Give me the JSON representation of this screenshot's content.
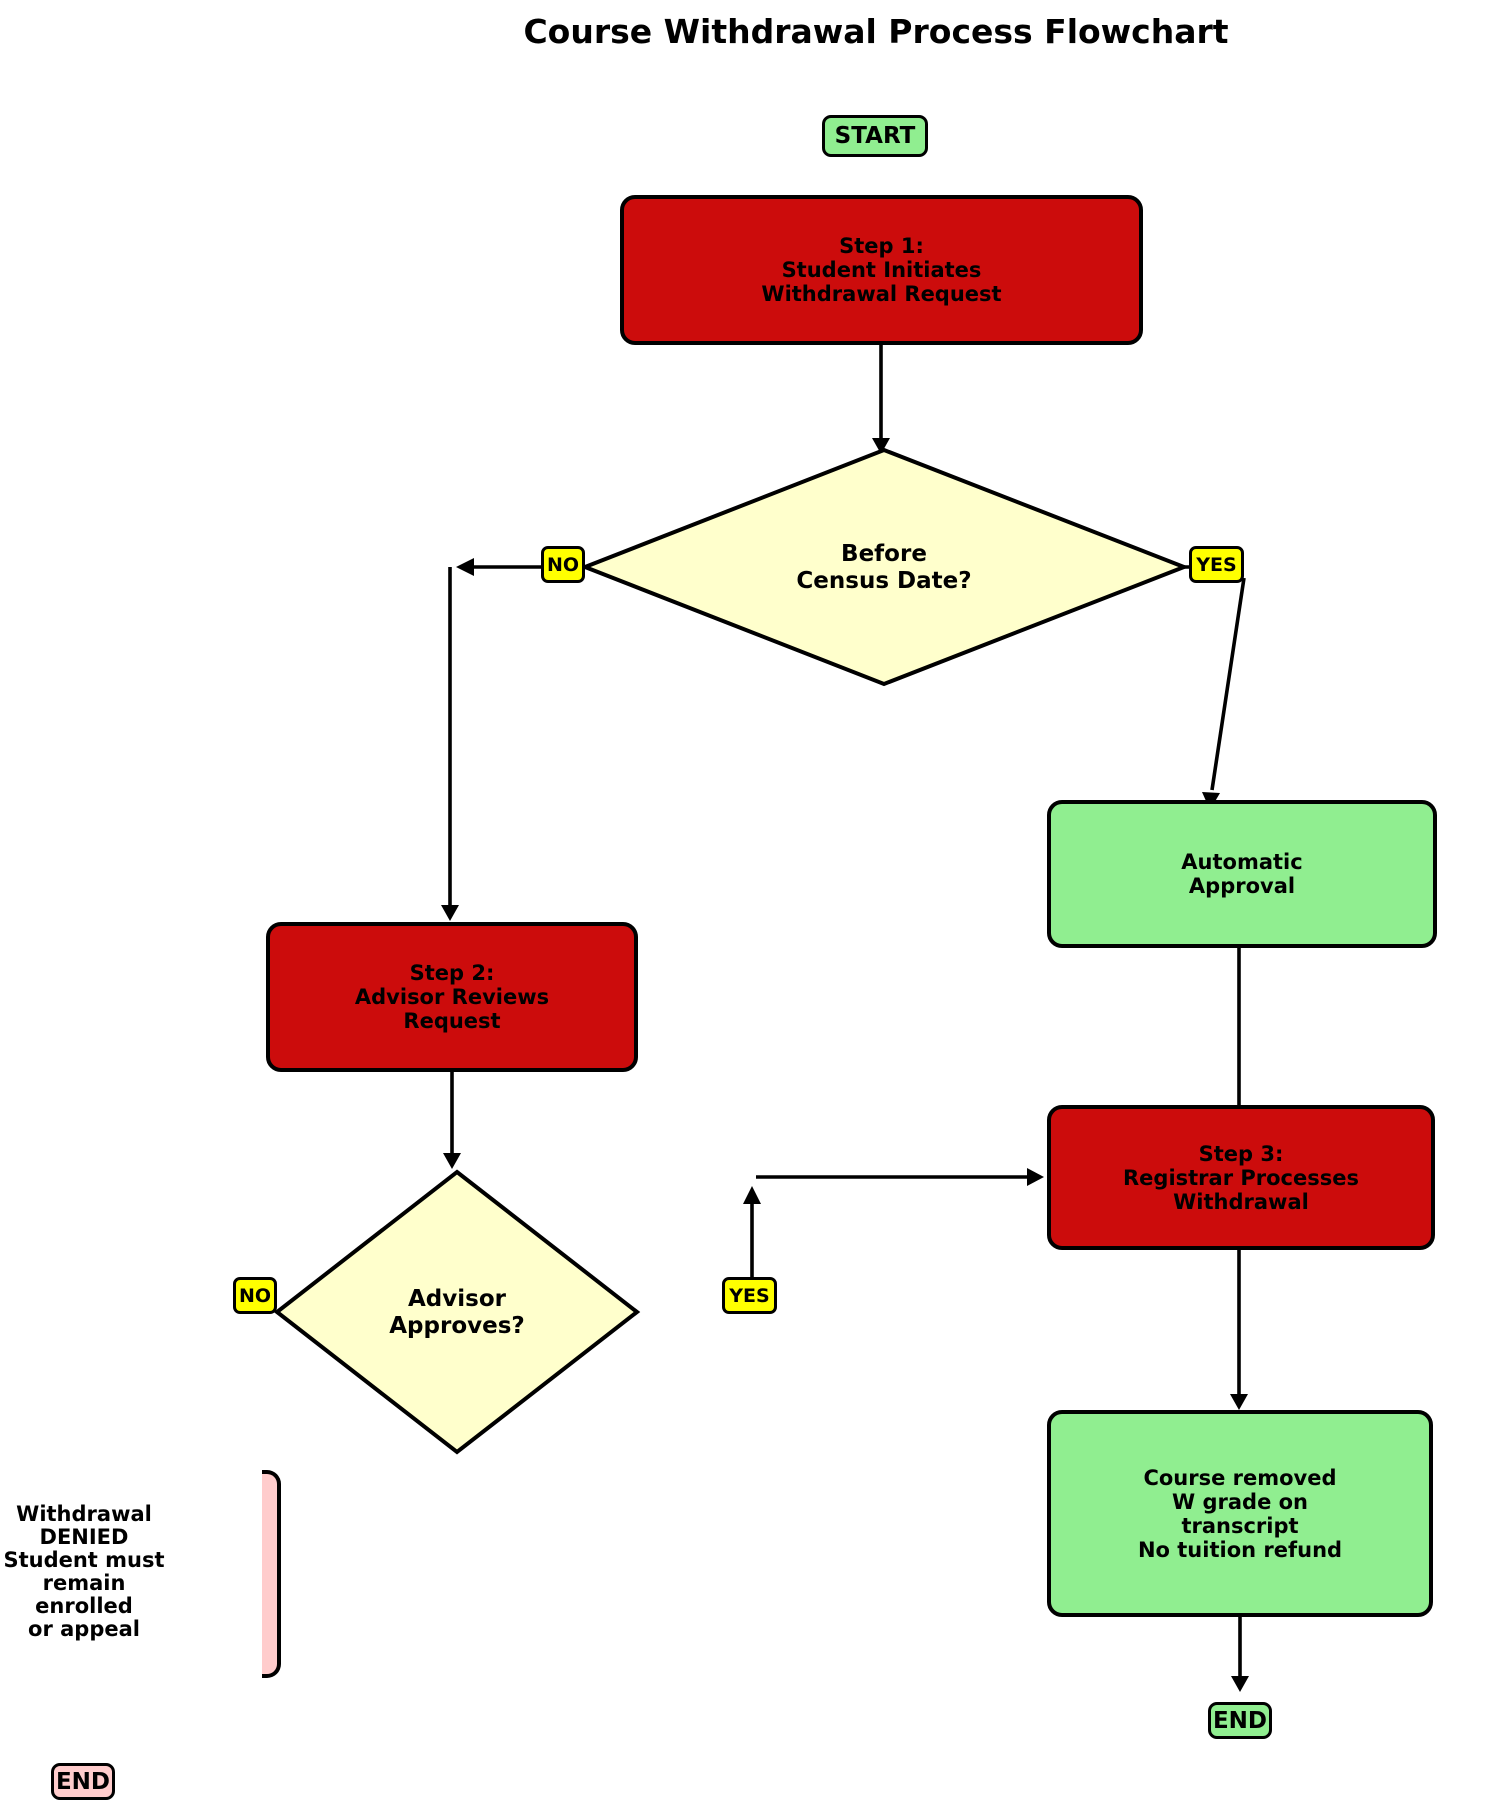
{
  "title": "Course Withdrawal Process Flowchart",
  "colors": {
    "process_box": "#CC0C0C",
    "outcome_box": "#90EE90",
    "decision_diamond": "#FFFFCC",
    "branch_badge": "#FFFF00",
    "denied_box": "#FFCCCC",
    "outline": "#000000"
  },
  "nodes": {
    "start": {
      "label": "START"
    },
    "step1": {
      "text": "Step 1:\nStudent Initiates\nWithdrawal Request"
    },
    "decision1": {
      "text": "Before\nCensus Date?"
    },
    "decision1_no": {
      "label": "NO"
    },
    "decision1_yes": {
      "label": "YES"
    },
    "automatic_approval": {
      "text": "Automatic\nApproval"
    },
    "step2": {
      "text": "Step 2:\nAdvisor Reviews\nRequest"
    },
    "decision2": {
      "text": "Advisor\nApproves?"
    },
    "decision2_no": {
      "label": "NO"
    },
    "decision2_yes": {
      "label": "YES"
    },
    "step3": {
      "text": "Step 3:\nRegistrar Processes\nWithdrawal"
    },
    "outcome_approved": {
      "text": "Course removed\nW grade on\ntranscript\nNo tuition refund"
    },
    "outcome_denied": {
      "text": "Withdrawal\nDENIED\nStudent must\nremain\nenrolled\nor appeal"
    },
    "end_approved": {
      "label": "END"
    },
    "end_denied": {
      "label": "END"
    }
  }
}
